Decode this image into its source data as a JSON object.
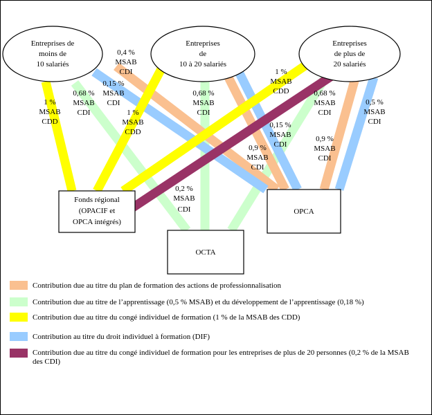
{
  "colors": {
    "plan_formation": "#fac090",
    "apprentissage": "#ccffcc",
    "cif_cdd": "#ffff00",
    "dif": "#99ccff",
    "cif_cdi": "#993366"
  },
  "nodes": {
    "ent_small": [
      "Entreprises de",
      "moins de",
      "10 salariés"
    ],
    "ent_mid": [
      "Entreprises",
      "de",
      "10 à 20 salariés"
    ],
    "ent_large": [
      "Entreprises",
      "de plus de",
      "20 salariés"
    ],
    "fonds": [
      "Fonds régional",
      "(OPACIF et",
      "OPCA intégrés)"
    ],
    "opca": "OPCA",
    "octa": "OCTA"
  },
  "flow_labels": {
    "l1": [
      "0,4 %",
      "MSAB",
      "CDI"
    ],
    "l2": [
      "0,15 %",
      "MSAB",
      "CDI"
    ],
    "l3": [
      "1 %",
      "MSAB",
      "CDD"
    ],
    "l4": [
      "0,68 %",
      "MSAB",
      "CDI"
    ],
    "l5": [
      "1 %",
      "MSAB",
      "CDD"
    ],
    "l6": [
      "0,68 %",
      "MSAB",
      "CDI"
    ],
    "l7": [
      "1 %",
      "MSAB",
      "CDD"
    ],
    "l8": [
      "0,68 %",
      "MSAB",
      "CDI"
    ],
    "l9": [
      "0,5 %",
      "MSAB",
      "CDI"
    ],
    "l10": [
      "0,15 %",
      "MSAB",
      "CDI"
    ],
    "l11": [
      "0,9 %",
      "MSAB",
      "CDI"
    ],
    "l12": [
      "0,9 %",
      "MSAB",
      "CDI"
    ],
    "l13": [
      "0,2 %",
      "MSAB",
      "CDI"
    ]
  },
  "legend": [
    {
      "color": "#fac090",
      "text": "Contribution due au titre du plan de formation des actions de professionnalisation"
    },
    {
      "color": "#ccffcc",
      "text": "Contribution due au titre de l’apprentissage (0,5  % MSAB) et du développement de l’apprentissage (0,18 %)"
    },
    {
      "color": "#ffff00",
      "text": "Contribution due au titre du congé individuel de formation (1 % de la MSAB des CDD)"
    },
    {
      "color": "#99ccff",
      "text": "Contribution au titre du droit individuel à formation (DIF)"
    },
    {
      "color": "#993366",
      "text": "Contribution due au titre du congé individuel de formation pour les entreprises de plus de 20 personnes (0,2 % de la MSAB des CDI)"
    }
  ]
}
